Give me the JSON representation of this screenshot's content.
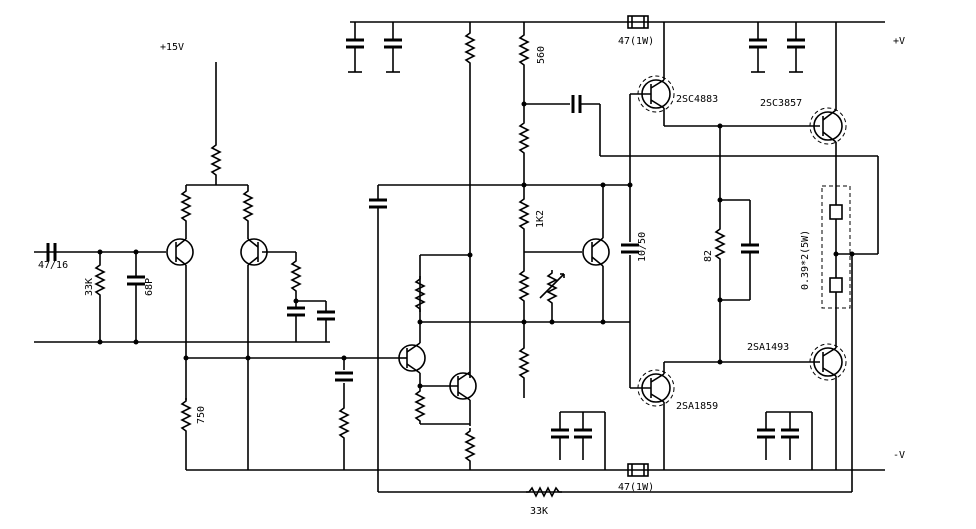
{
  "labels": {
    "rail_pos15": "+15V",
    "rail_posV": "+V",
    "rail_negV": "-V",
    "cap_input": "47/16",
    "res_33k_in": "33K",
    "cap_68p": "68P",
    "res_750": "750",
    "res_560": "560",
    "res_1k2": "1K2",
    "cap_10_50": "10/50",
    "res_82": "82",
    "res_emitter": "0.39*2(5W)",
    "res_47_top": "47(1W)",
    "res_47_bot": "47(1W)",
    "res_33k_fb": "33K",
    "q_2sc4883": "2SC4883",
    "q_2sc3857": "2SC3857",
    "q_2sa1859": "2SA1859",
    "q_2sa1493": "2SA1493"
  }
}
